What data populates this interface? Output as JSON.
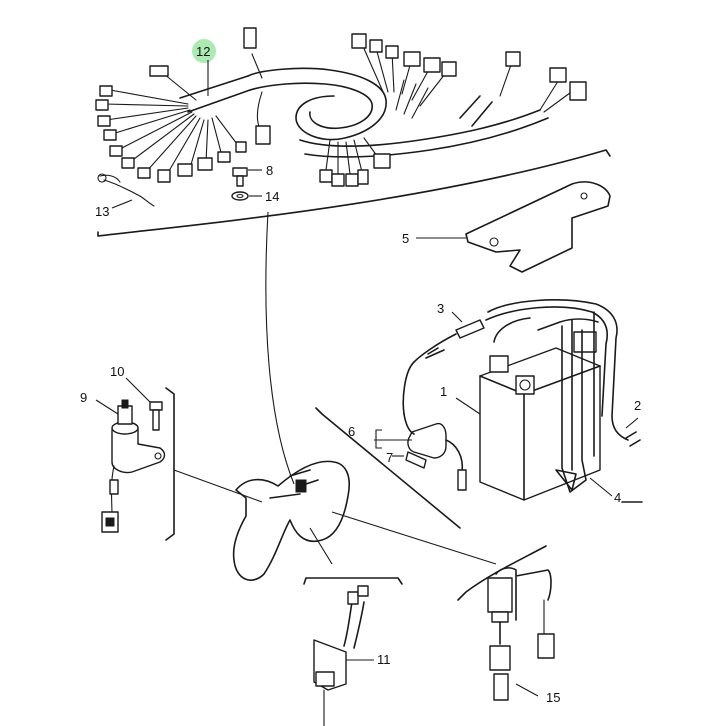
{
  "colors": {
    "line": "#1a1a1a",
    "background": "#ffffff",
    "highlight": "#8fe39a"
  },
  "callouts": [
    {
      "key": "c1",
      "label": "1"
    },
    {
      "key": "c2",
      "label": "2"
    },
    {
      "key": "c3",
      "label": "3"
    },
    {
      "key": "c4",
      "label": "4"
    },
    {
      "key": "c5",
      "label": "5"
    },
    {
      "key": "c6",
      "label": "6"
    },
    {
      "key": "c7",
      "label": "7"
    },
    {
      "key": "c8",
      "label": "8"
    },
    {
      "key": "c9",
      "label": "9"
    },
    {
      "key": "c10",
      "label": "10"
    },
    {
      "key": "c11",
      "label": "11"
    },
    {
      "key": "c12",
      "label": "12",
      "highlighted": true
    },
    {
      "key": "c13",
      "label": "13"
    },
    {
      "key": "c14",
      "label": "14"
    },
    {
      "key": "c15",
      "label": "15"
    }
  ]
}
